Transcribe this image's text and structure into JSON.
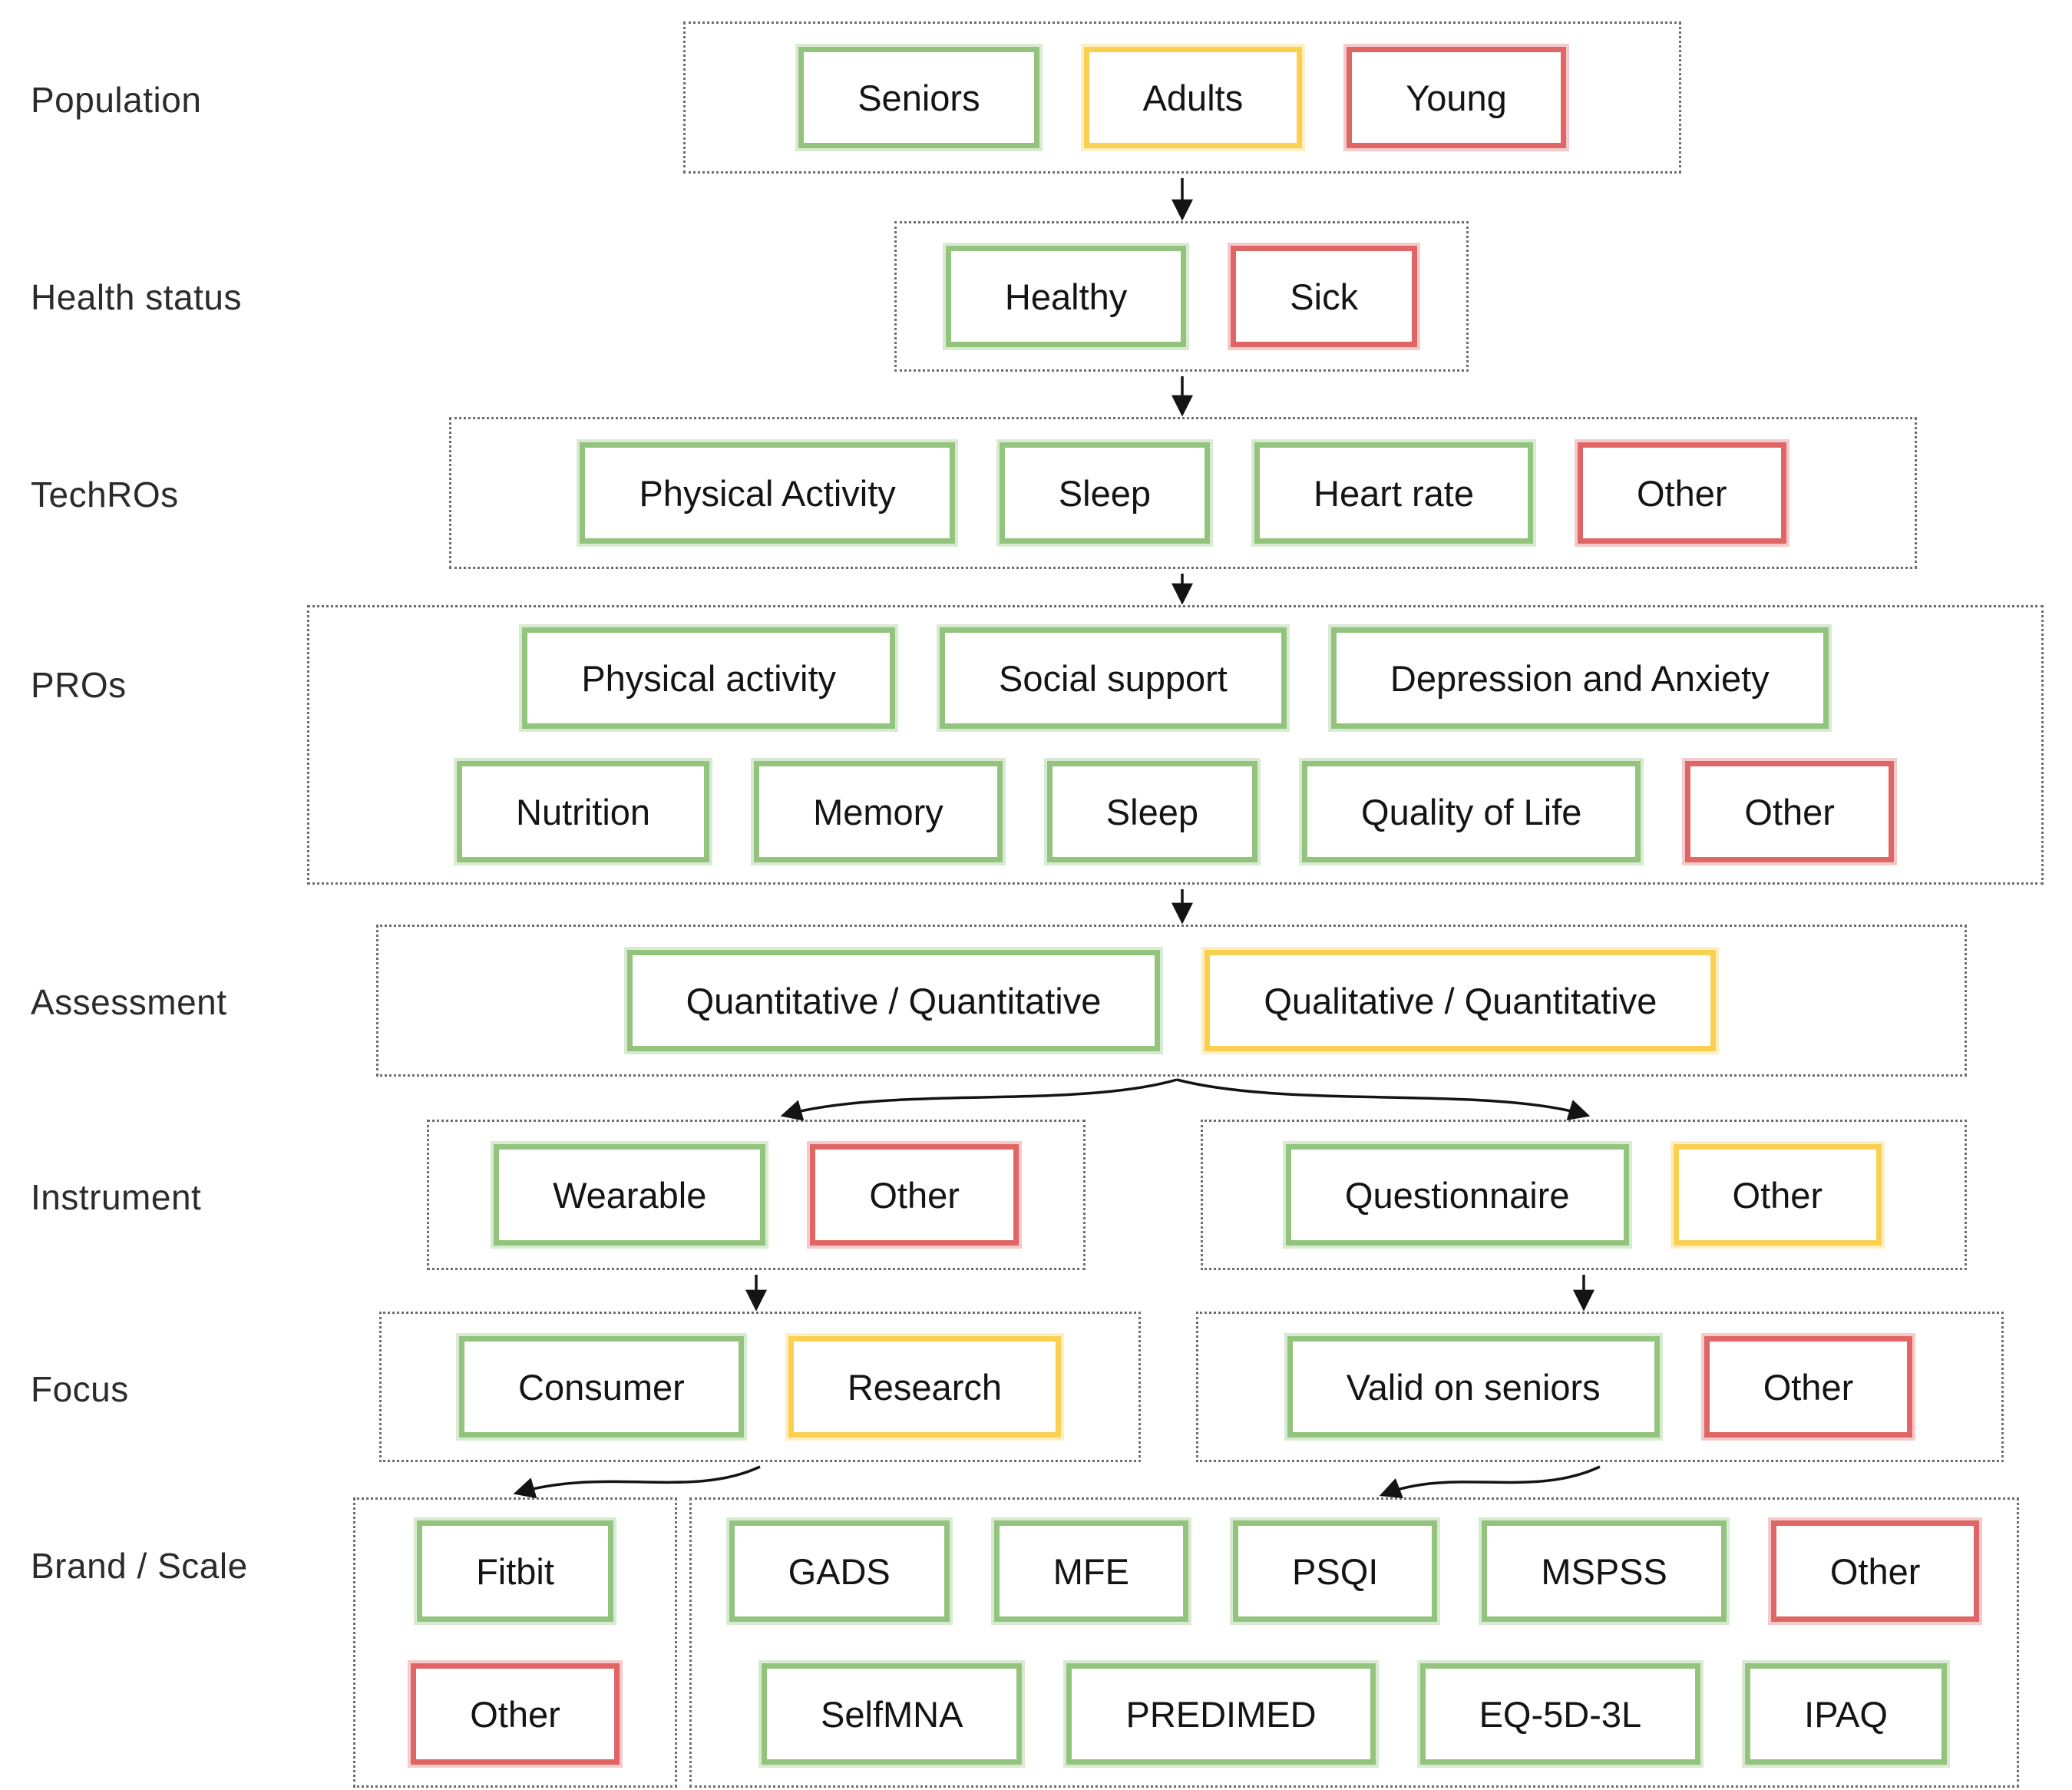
{
  "colors": {
    "green": "#93c47d",
    "yellow": "#fbd051",
    "red": "#e06666",
    "group_border": "#6d6d6d",
    "arrow": "#141414",
    "box_text": "#141414",
    "label_text": "#2b2b2b"
  },
  "rows": [
    {
      "label": "Population",
      "groups": [
        {
          "boxes": [
            {
              "label": "Seniors",
              "tone": "green"
            },
            {
              "label": "Adults",
              "tone": "yellow"
            },
            {
              "label": "Young",
              "tone": "red"
            }
          ]
        }
      ]
    },
    {
      "label": "Health status",
      "groups": [
        {
          "boxes": [
            {
              "label": "Healthy",
              "tone": "green"
            },
            {
              "label": "Sick",
              "tone": "red"
            }
          ]
        }
      ]
    },
    {
      "label": "TechROs",
      "groups": [
        {
          "boxes": [
            {
              "label": "Physical Activity",
              "tone": "green"
            },
            {
              "label": "Sleep",
              "tone": "green"
            },
            {
              "label": "Heart rate",
              "tone": "green"
            },
            {
              "label": "Other",
              "tone": "red"
            }
          ]
        }
      ]
    },
    {
      "label": "PROs",
      "groups": [
        {
          "lines": [
            [
              {
                "label": "Physical activity",
                "tone": "green"
              },
              {
                "label": "Social support",
                "tone": "green"
              },
              {
                "label": "Depression and Anxiety",
                "tone": "green"
              }
            ],
            [
              {
                "label": "Nutrition",
                "tone": "green"
              },
              {
                "label": "Memory",
                "tone": "green"
              },
              {
                "label": "Sleep",
                "tone": "green"
              },
              {
                "label": "Quality of Life",
                "tone": "green"
              },
              {
                "label": "Other",
                "tone": "red"
              }
            ]
          ]
        }
      ]
    },
    {
      "label": "Assessment",
      "groups": [
        {
          "boxes": [
            {
              "label": "Quantitative / Quantitative",
              "tone": "green"
            },
            {
              "label": "Qualitative / Quantitative",
              "tone": "yellow"
            }
          ]
        }
      ]
    },
    {
      "label": "Instrument",
      "groups": [
        {
          "boxes": [
            {
              "label": "Wearable",
              "tone": "green"
            },
            {
              "label": "Other",
              "tone": "red"
            }
          ]
        },
        {
          "boxes": [
            {
              "label": "Questionnaire",
              "tone": "green"
            },
            {
              "label": "Other",
              "tone": "yellow"
            }
          ]
        }
      ]
    },
    {
      "label": "Focus",
      "groups": [
        {
          "boxes": [
            {
              "label": "Consumer",
              "tone": "green"
            },
            {
              "label": "Research",
              "tone": "yellow"
            }
          ]
        },
        {
          "boxes": [
            {
              "label": "Valid on seniors",
              "tone": "green"
            },
            {
              "label": "Other",
              "tone": "red"
            }
          ]
        }
      ]
    },
    {
      "label": "Brand / Scale",
      "groups": [
        {
          "lines": [
            [
              {
                "label": "Fitbit",
                "tone": "green"
              }
            ],
            [
              {
                "label": "Other",
                "tone": "red"
              }
            ]
          ]
        },
        {
          "lines": [
            [
              {
                "label": "GADS",
                "tone": "green"
              },
              {
                "label": "MFE",
                "tone": "green"
              },
              {
                "label": "PSQI",
                "tone": "green"
              },
              {
                "label": "MSPSS",
                "tone": "green"
              },
              {
                "label": "Other",
                "tone": "red"
              }
            ],
            [
              {
                "label": "SelfMNA",
                "tone": "green"
              },
              {
                "label": "PREDIMED",
                "tone": "green"
              },
              {
                "label": "EQ-5D-3L",
                "tone": "green"
              },
              {
                "label": "IPAQ",
                "tone": "green"
              }
            ]
          ]
        }
      ]
    }
  ],
  "connections": [
    {
      "from": "Population",
      "to": "Health status"
    },
    {
      "from": "Health status",
      "to": "TechROs"
    },
    {
      "from": "TechROs",
      "to": "PROs"
    },
    {
      "from": "PROs",
      "to": "Assessment"
    },
    {
      "from": "Assessment",
      "to": "Instrument (wearable branch)"
    },
    {
      "from": "Assessment",
      "to": "Instrument (questionnaire branch)"
    },
    {
      "from": "Instrument (wearable branch)",
      "to": "Focus (consumer/research)"
    },
    {
      "from": "Instrument (questionnaire branch)",
      "to": "Focus (valid on seniors)"
    },
    {
      "from": "Focus (consumer/research)",
      "to": "Brand (Fitbit/Other)"
    },
    {
      "from": "Focus (valid on seniors)",
      "to": "Scale (questionnaire scales)"
    }
  ]
}
